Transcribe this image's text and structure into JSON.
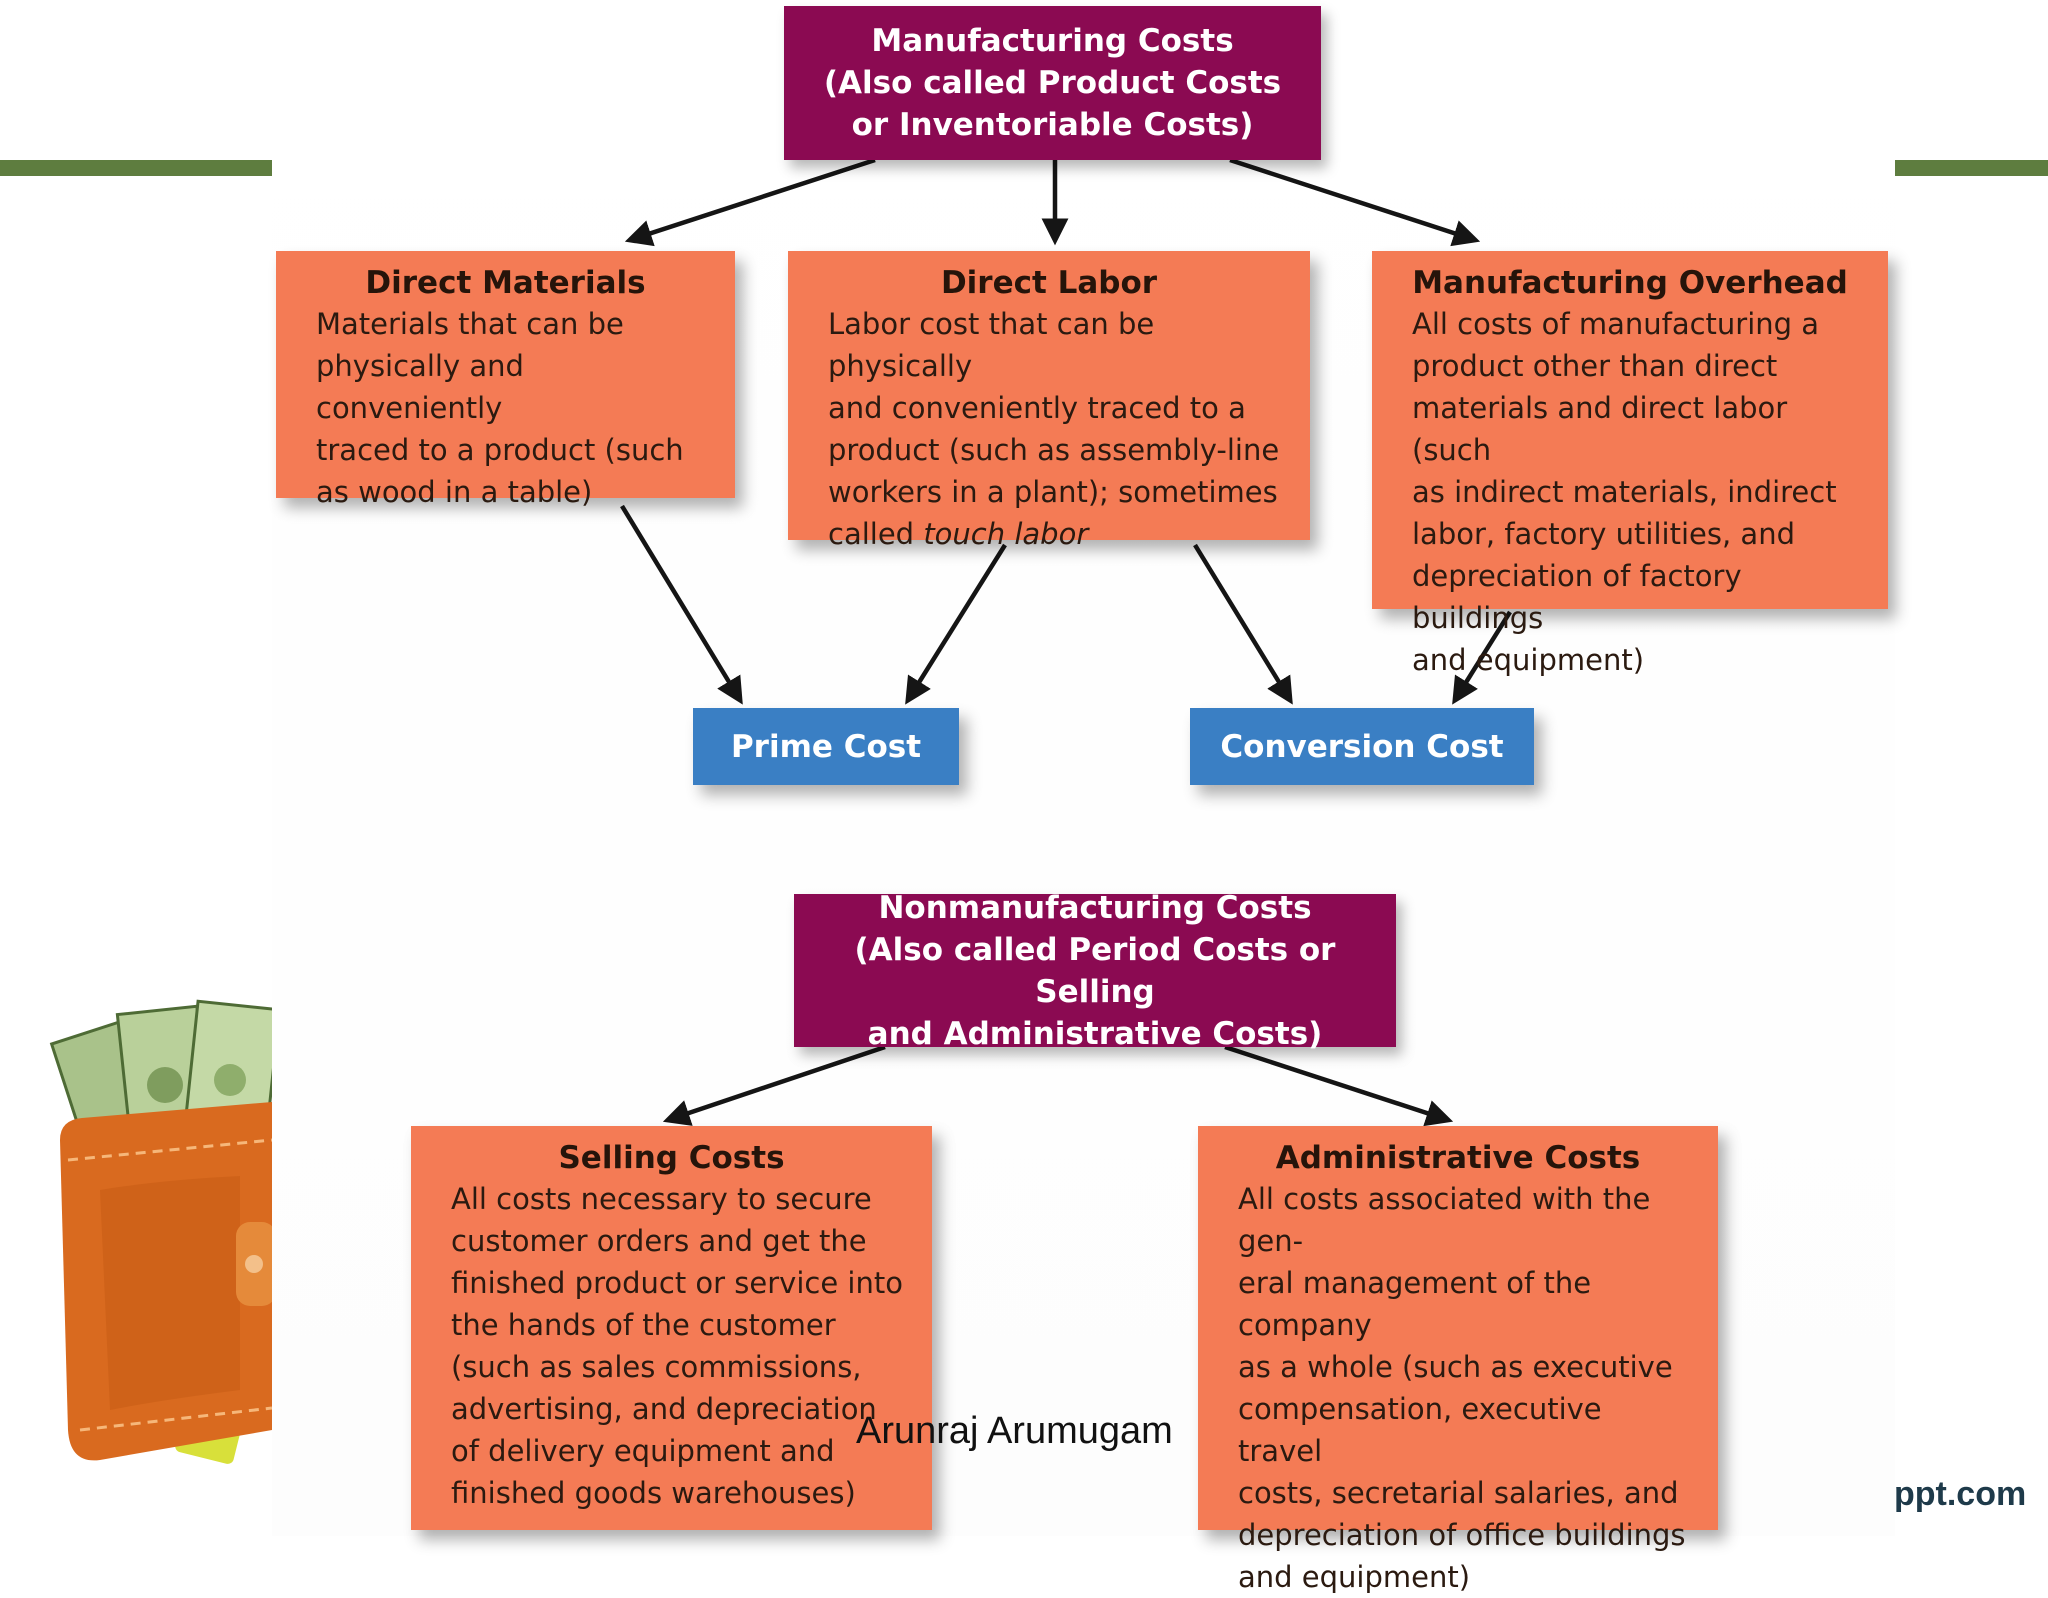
{
  "manufacturing": {
    "title_lines": [
      "Manufacturing Costs",
      "(Also called Product Costs",
      "or Inventoriable Costs)"
    ],
    "direct_materials": {
      "heading": "Direct Materials",
      "lines": [
        "Materials that can be",
        "physically and conveniently",
        "traced to a product (such",
        "as wood in a table)"
      ]
    },
    "direct_labor": {
      "heading": "Direct Labor",
      "lines": [
        "Labor cost that can be physically",
        "and conveniently traced to a",
        "product (such as assembly-line",
        "workers in a plant); sometimes"
      ],
      "last_prefix": "called ",
      "last_italic": "touch labor"
    },
    "overhead": {
      "heading": "Manufacturing Overhead",
      "lines": [
        "All costs of manufacturing a",
        "product other than direct",
        "materials and direct labor (such",
        "as indirect materials, indirect",
        "labor, factory utilities, and",
        "depreciation of factory buildings",
        "and equipment)"
      ]
    },
    "prime_cost": "Prime Cost",
    "conversion_cost": "Conversion Cost"
  },
  "nonmanufacturing": {
    "title_lines": [
      "Nonmanufacturing Costs",
      "(Also called Period Costs or Selling",
      "and Administrative Costs)"
    ],
    "selling": {
      "heading": "Selling Costs",
      "lines": [
        "All costs necessary to secure",
        "customer orders and get the",
        "finished product or service into",
        "the hands of the customer",
        "(such as sales commissions,",
        "advertising, and depreciation",
        "of delivery equipment and",
        "finished goods warehouses)"
      ]
    },
    "administrative": {
      "heading": "Administrative Costs",
      "lines": [
        "All costs associated with the gen-",
        "eral management of the company",
        "as a whole (such as executive",
        "compensation, executive travel",
        "costs, secretarial salaries, and",
        "depreciation of office buildings",
        "and equipment)"
      ]
    }
  },
  "footer": {
    "author": "Arunraj Arumugam",
    "site": "ppt.com"
  },
  "colors": {
    "header_purple": "#8b0a52",
    "box_orange": "#f47b55",
    "result_blue": "#3a7fc4",
    "accent_green": "#5e7d3f"
  },
  "icons": [
    "wallet-with-money-icon"
  ]
}
